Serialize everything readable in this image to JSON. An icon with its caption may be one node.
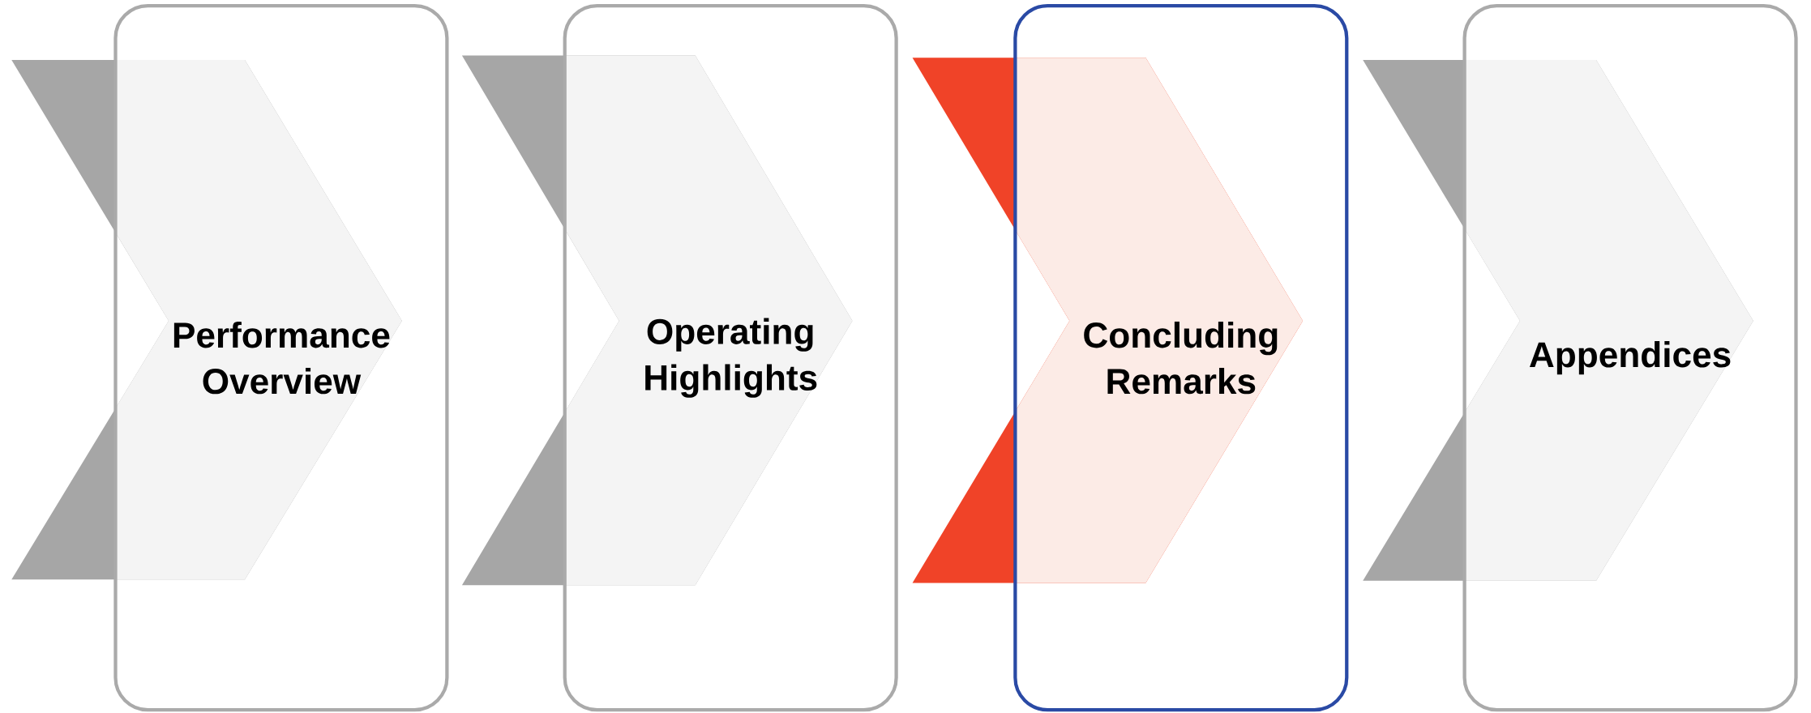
{
  "diagram": {
    "nodes": [
      {
        "text": [
          "Performance Overview"
        ]
      },
      {
        "text": [
          "Operating Highlights"
        ]
      },
      {
        "text": [
          "Concluding Remarks"
        ]
      },
      {
        "text": [
          "Appendices"
        ]
      }
    ]
  }
}
